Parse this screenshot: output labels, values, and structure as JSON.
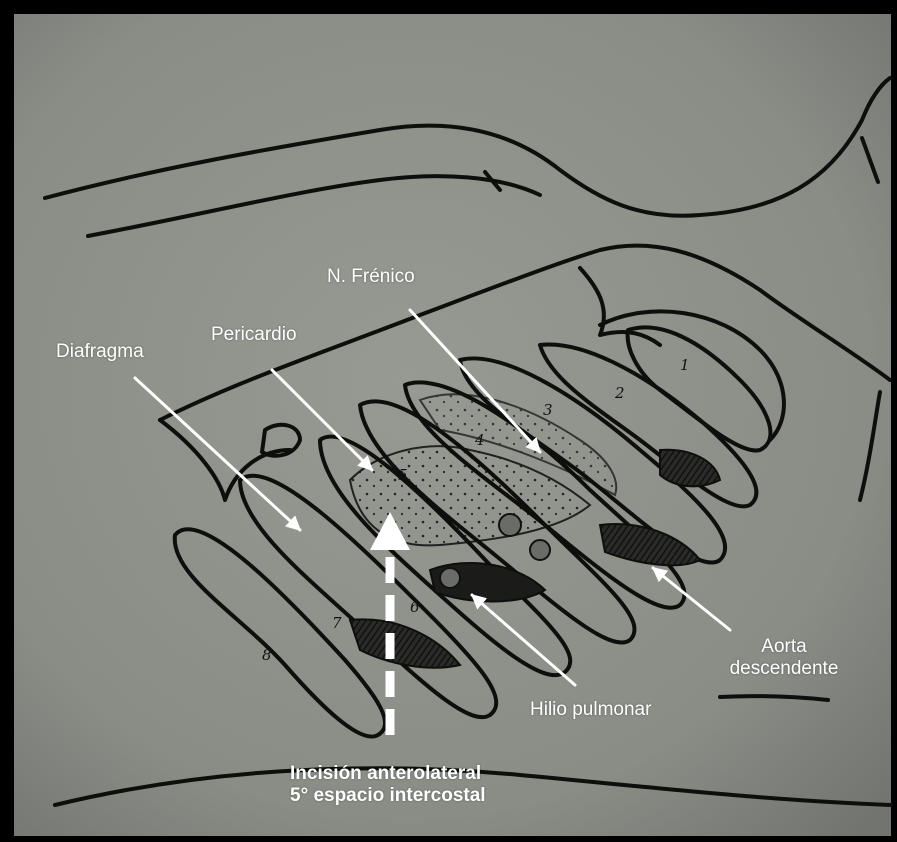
{
  "labels": {
    "nervio_frenico": "N. Frénico",
    "pericardio": "Pericardio",
    "diafragma": "Diafragma",
    "aorta_line1": "Aorta",
    "aorta_line2": "descendente",
    "hilio": "Hilio pulmonar",
    "incision_line1": "Incisión anterolateral",
    "incision_line2": "5° espacio intercostal"
  },
  "rib_numbers": [
    "1",
    "2",
    "3",
    "4",
    "5",
    "6",
    "7",
    "8"
  ],
  "colors": {
    "paper": "#8c8e88",
    "ink": "#0e0e0c",
    "annotation": "#ffffff",
    "frame": "#000000"
  }
}
